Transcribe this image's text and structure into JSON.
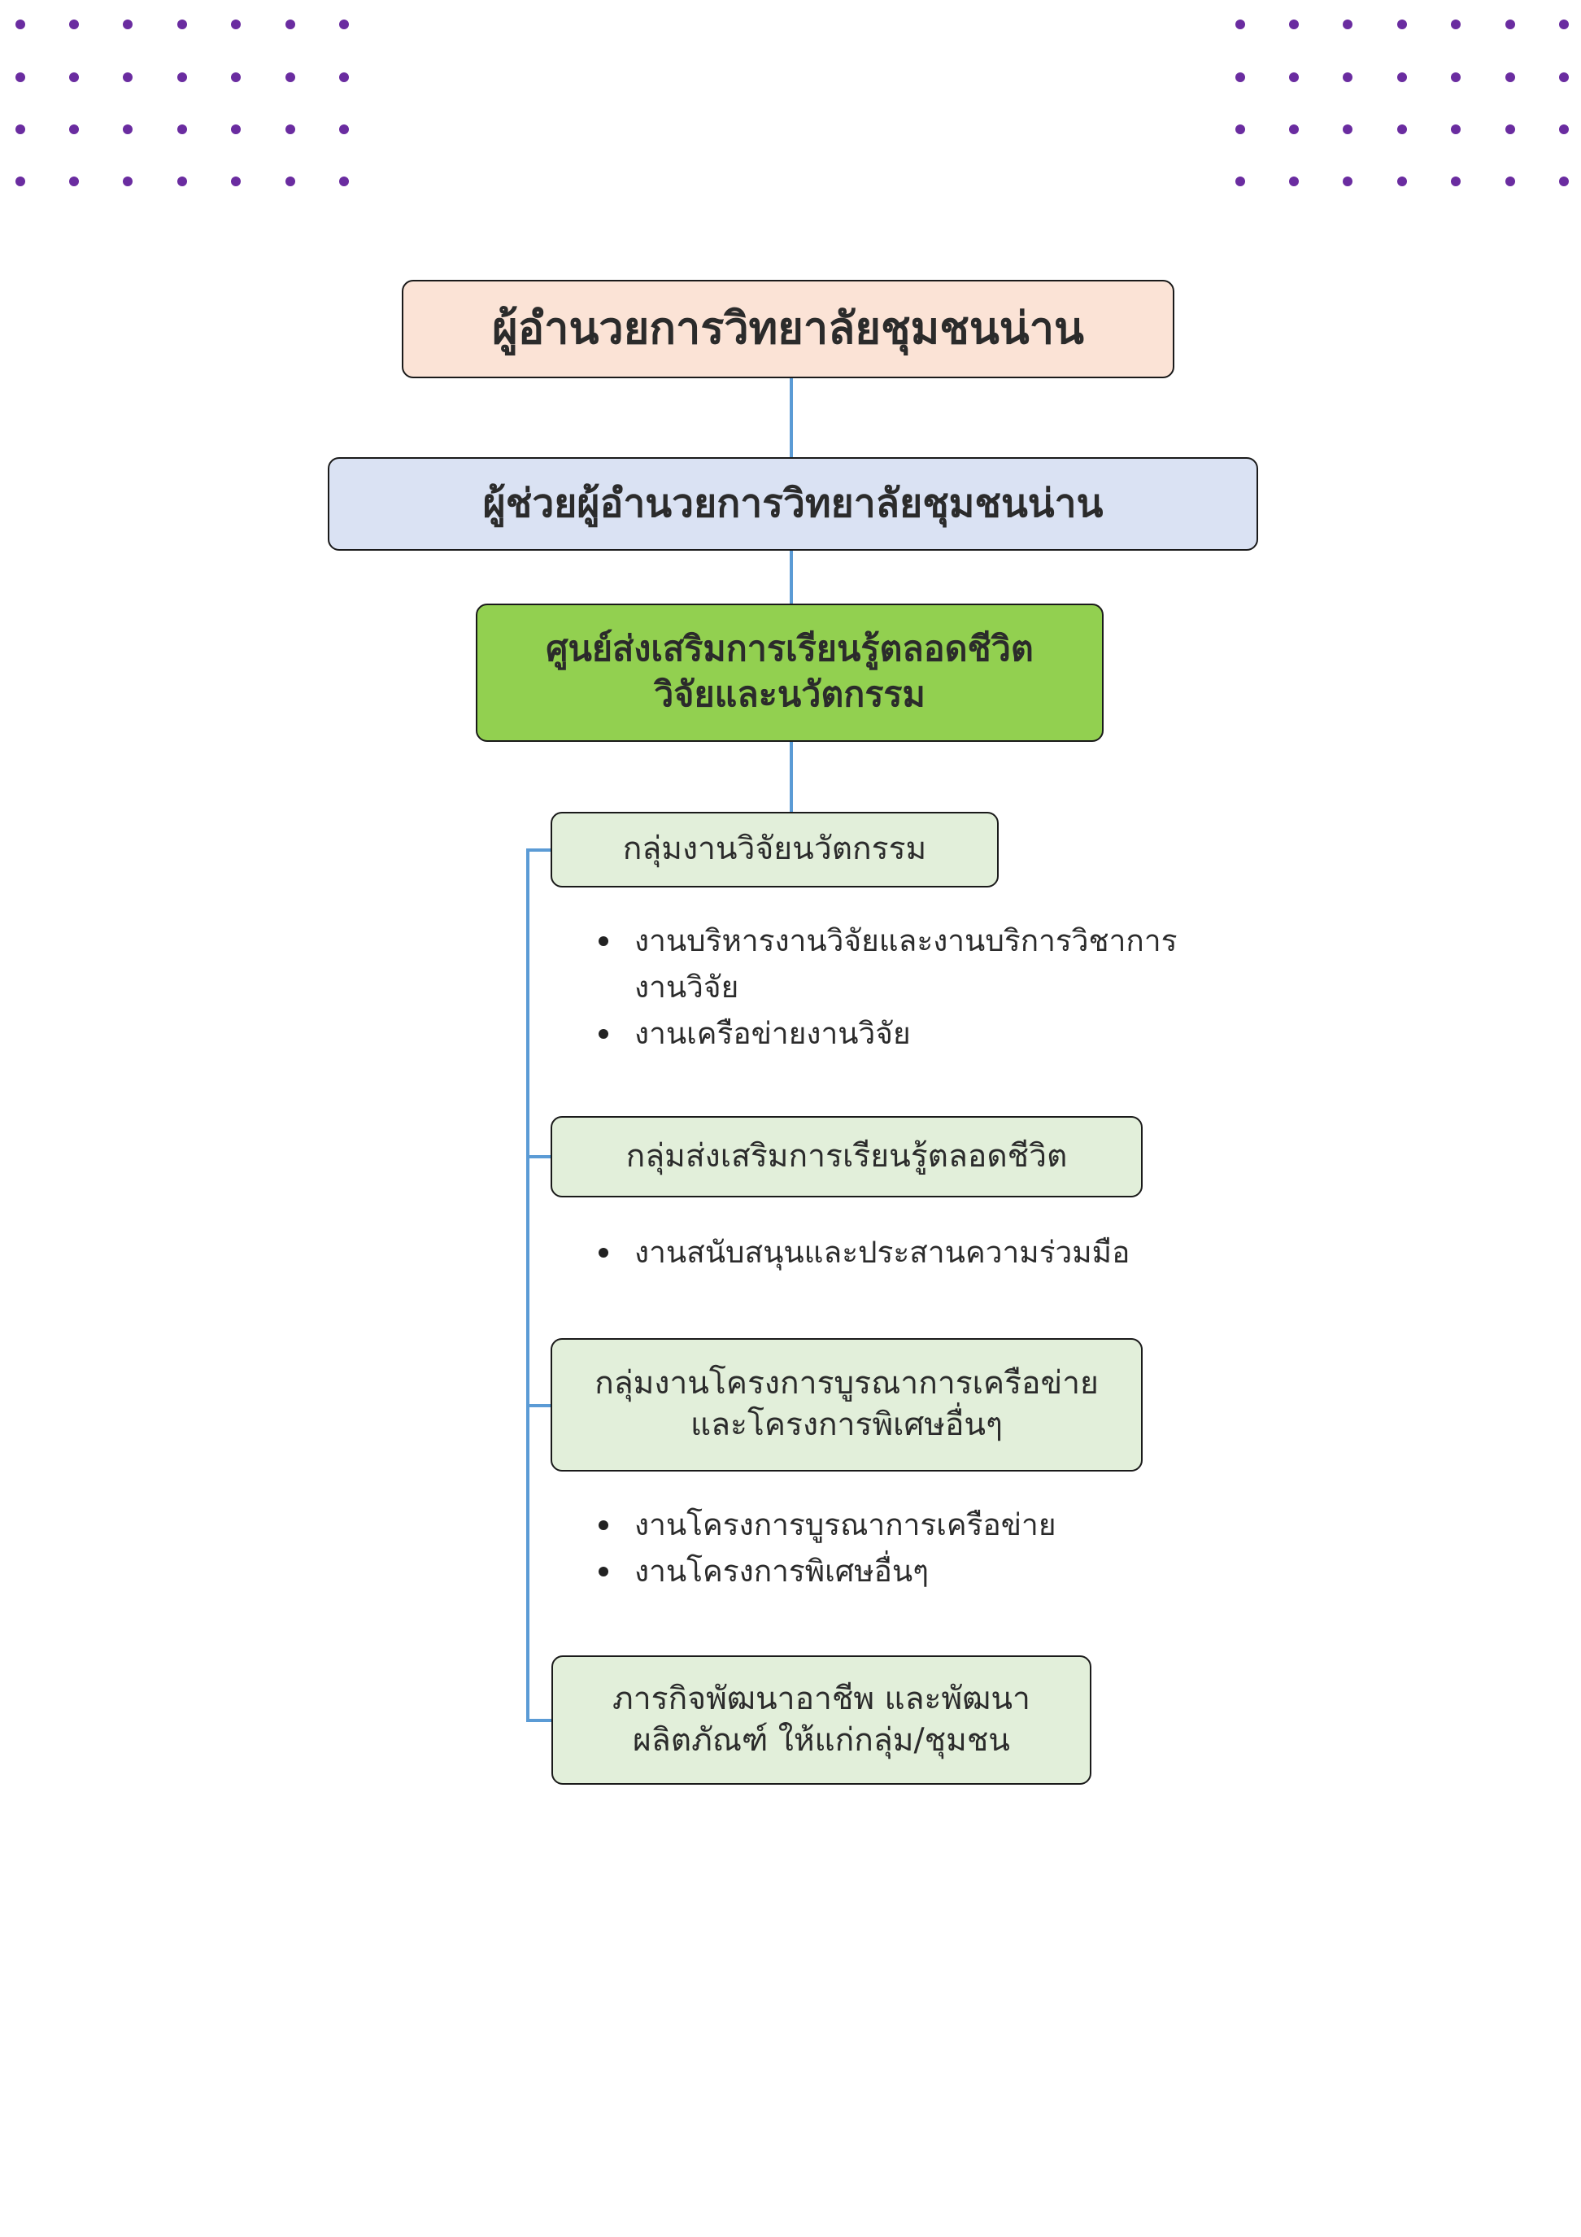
{
  "colors": {
    "dots": "#6a2ca0",
    "connector": "#5b9bd5",
    "director_fill": "#fbe3d6",
    "assistant_fill": "#dae2f3",
    "center_fill": "#92d050",
    "group_fill": "#e2efda",
    "border": "#1a1a1a"
  },
  "chart": {
    "director": "ผู้อำนวยการวิทยาลัยชุมชนน่าน",
    "assistant": "ผู้ช่วยผู้อำนวยการวิทยาลัยชุมชนน่าน",
    "center": {
      "line1": "ศูนย์ส่งเสริมการเรียนรู้ตลอดชีวิต",
      "line2": "วิจัยและนวัตกรรม"
    },
    "groups": [
      {
        "lines": [
          "กลุ่มงานวิจัยนวัตกรรม"
        ],
        "items": [
          "งานบริหารงานวิจัยและงานบริการวิชาการงานวิจัย",
          "งานเครือข่ายงานวิจัย"
        ]
      },
      {
        "lines": [
          "กลุ่มส่งเสริมการเรียนรู้ตลอดชีวิต"
        ],
        "items": [
          "งานสนับสนุนและประสานความร่วมมือ"
        ]
      },
      {
        "lines": [
          "กลุ่มงานโครงการบูรณาการเครือข่าย",
          "และโครงการพิเศษอื่นๆ"
        ],
        "items": [
          "งานโครงการบูรณาการเครือข่าย",
          "งานโครงการพิเศษอื่นๆ"
        ]
      },
      {
        "lines": [
          "ภารกิจพัฒนาอาชีพ และพัฒนา",
          "ผลิตภัณฑ์ ให้แก่กลุ่ม/ชุมชน"
        ],
        "items": []
      }
    ]
  }
}
